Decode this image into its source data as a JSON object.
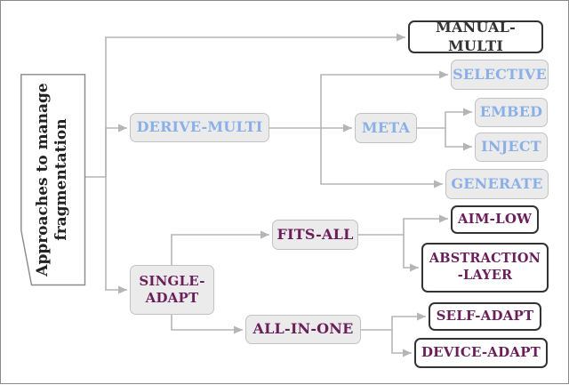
{
  "root": {
    "label": "Approaches to manage\nfragmentation"
  },
  "nodes": {
    "manual_multi": "MANUAL-MULTI",
    "derive_multi": "DERIVE-MULTI",
    "selective": "SELECTIVE",
    "meta": "META",
    "embed": "EMBED",
    "inject": "INJECT",
    "generate": "GENERATE",
    "fits_all": "FITS-ALL",
    "aim_low": "AIM-LOW",
    "abstraction_layer": "ABSTRACTION\n-LAYER",
    "single_adapt": "SINGLE-\nADAPT",
    "all_in_one": "ALL-IN-ONE",
    "self_adapt": "SELF-ADAPT",
    "device_adapt": "DEVICE-ADAPT"
  },
  "colors": {
    "edge": "#b5b5b5",
    "grey_fill": "#ebebeb",
    "dark_border": "#333333",
    "blue_text": "#8bb0e8",
    "purple_text": "#6b1f5a",
    "black_text": "#333333"
  }
}
